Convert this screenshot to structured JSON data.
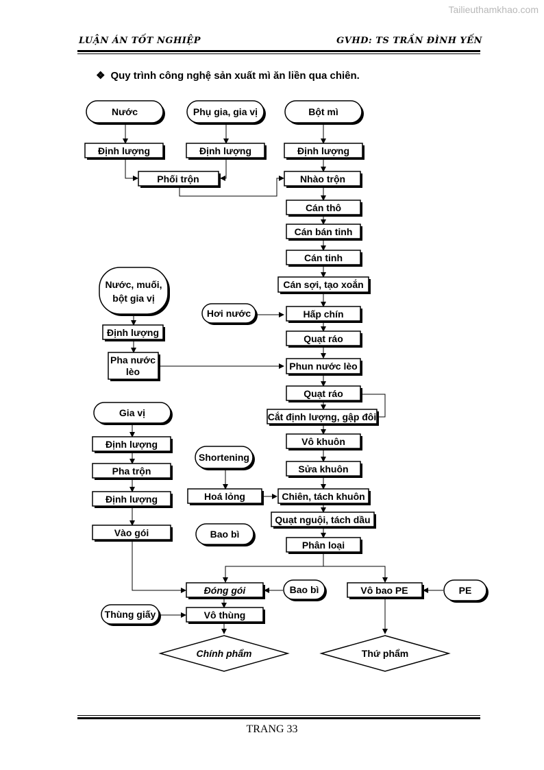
{
  "watermark": "Tailieuthamkhao.com",
  "header": {
    "left": "LUẬN ÁN TỐT NGHIỆP",
    "right": "GVHD: TS TRẦN ĐÌNH YẾN"
  },
  "section": {
    "bullet": "❖",
    "title": "Quy trình công nghệ sản xuất mì ăn liền qua chiên."
  },
  "footer": "TRANG 33",
  "flow": {
    "nuoc": "Nước",
    "phu_gia": "Phụ gia, gia vị",
    "bot_mi": "Bột mì",
    "dinh_luong_1": "Định lượng",
    "dinh_luong_2": "Định lượng",
    "dinh_luong_3": "Định lượng",
    "phoi_tron": "Phối trộn",
    "nhao_tron": "Nhào trộn",
    "can_tho": "Cán thô",
    "can_ban_tinh": "Cán bán tinh",
    "can_tinh": "Cán tinh",
    "can_soi": "Cán sợi, tạo xoắn",
    "nuoc_muoi_l1": "Nước, muối,",
    "nuoc_muoi_l2": "bột gia vị",
    "hoi_nuoc": "Hơi nước",
    "hap_chin": "Hấp chín",
    "dinh_luong_4": "Định lượng",
    "quat_rao_1": "Quạt ráo",
    "pha_nuoc_leo_l1": "Pha nước",
    "pha_nuoc_leo_l2": "lèo",
    "phun_nuoc_leo": "Phun nước lèo",
    "quat_rao_2": "Quạt ráo",
    "gia_vi": "Gia vị",
    "cat_dinh_luong": "Cắt định lượng, gập đôi",
    "dinh_luong_5": "Định lượng",
    "vo_khuon": "Vô khuôn",
    "shortening": "Shortening",
    "pha_tron": "Pha trộn",
    "sua_khuon": "Sửa khuôn",
    "dinh_luong_6": "Định lượng",
    "hoa_long": "Hoá lỏng",
    "chien_tach_khuon": "Chiên, tách khuôn",
    "vao_goi": "Vào gói",
    "bao_bi_1": "Bao bì",
    "quat_nguoi": "Quạt nguội, tách dầu",
    "phan_loai": "Phân loại",
    "dong_goi": "Đóng gói",
    "bao_bi_2": "Bao bì",
    "vo_bao_pe": "Vô bao PE",
    "pe": "PE",
    "thung_giay": "Thùng giấy",
    "vo_thung": "Vô thùng",
    "chinh_pham": "Chính phẩm",
    "thu_pham": "Thứ phẩm"
  }
}
